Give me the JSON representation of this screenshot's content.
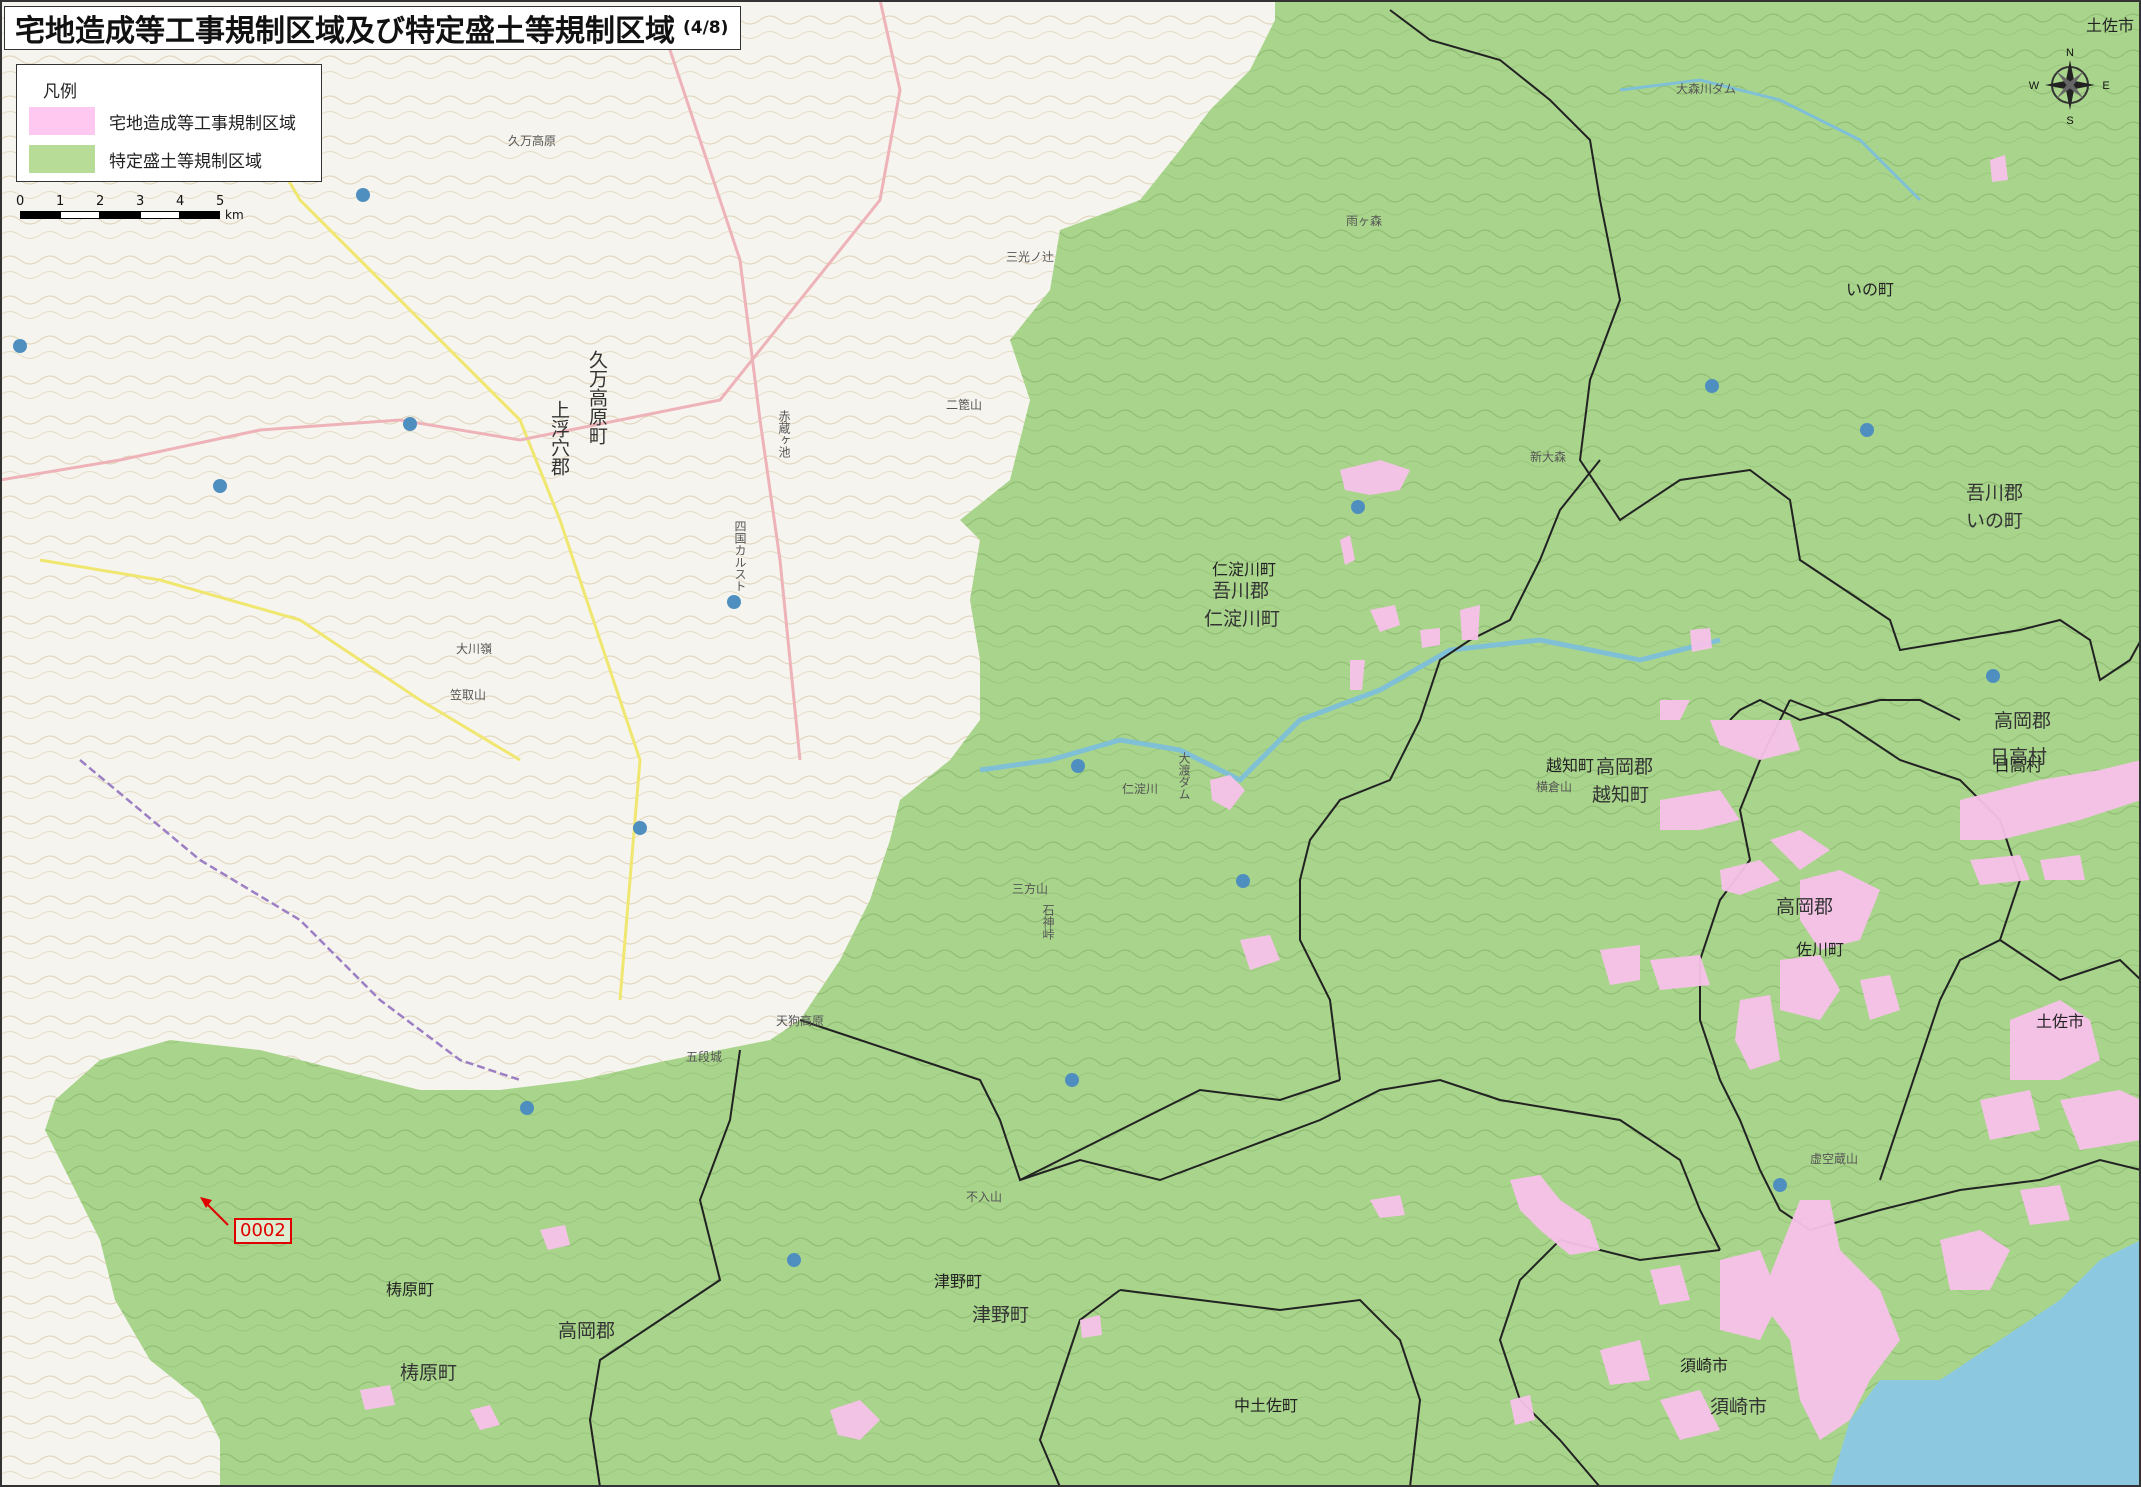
{
  "title": {
    "main": "宅地造成等工事規制区域及び特定盛土等規制区域",
    "page": "(4/8)"
  },
  "legend": {
    "heading": "凡例",
    "items": [
      {
        "label": "宅地造成等工事規制区域",
        "color": "#ffc8f0"
      },
      {
        "label": "特定盛土等規制区域",
        "color": "#b7dc98"
      }
    ]
  },
  "scale": {
    "ticks": [
      "0",
      "1",
      "2",
      "3",
      "4",
      "5"
    ],
    "unit": "km"
  },
  "compass": {
    "n": "N",
    "s": "S",
    "e": "E",
    "w": "W"
  },
  "colors": {
    "base_terrain": "#f6f4ee",
    "regulated_green": "#a9d48c",
    "pink_zone": "#f7c2ea",
    "boundary": "#222222",
    "water": "#8cc8e0"
  },
  "municipalities": [
    {
      "name": "仁淀川町"
    },
    {
      "name": "吾川郡"
    },
    {
      "name": "仁淀川町"
    },
    {
      "name": "いの町"
    },
    {
      "name": "吾川郡"
    },
    {
      "name": "いの町"
    },
    {
      "name": "越知町"
    },
    {
      "name": "高岡郡"
    },
    {
      "name": "越知町"
    },
    {
      "name": "日高村"
    },
    {
      "name": "高岡郡"
    },
    {
      "name": "日高村"
    },
    {
      "name": "高岡郡"
    },
    {
      "name": "佐川町"
    },
    {
      "name": "土佐市"
    },
    {
      "name": "梼原町"
    },
    {
      "name": "高岡郡"
    },
    {
      "name": "梼原町"
    },
    {
      "name": "津野町"
    },
    {
      "name": "津野町"
    },
    {
      "name": "中土佐町"
    },
    {
      "name": "須崎市"
    },
    {
      "name": "須崎市"
    },
    {
      "name": "上浮穴郡"
    },
    {
      "name": "久万高原町"
    },
    {
      "name": "土佐市"
    }
  ],
  "features": [
    {
      "name": "大森川ダム"
    },
    {
      "name": "雨ヶ森"
    },
    {
      "name": "新大森"
    },
    {
      "name": "大渡ダム"
    },
    {
      "name": "仁淀川"
    },
    {
      "name": "三方山"
    },
    {
      "name": "石神峠"
    },
    {
      "name": "不入山"
    },
    {
      "name": "横倉山"
    },
    {
      "name": "虚空蔵山"
    },
    {
      "name": "久万高原"
    },
    {
      "name": "赤蔵ヶ池"
    },
    {
      "name": "四国カルスト"
    },
    {
      "name": "天狗高原"
    },
    {
      "name": "五段城"
    },
    {
      "name": "二箆山"
    },
    {
      "name": "三光ノ辻"
    },
    {
      "name": "大川嶺"
    },
    {
      "name": "笠取山"
    }
  ],
  "area_code": "0002"
}
